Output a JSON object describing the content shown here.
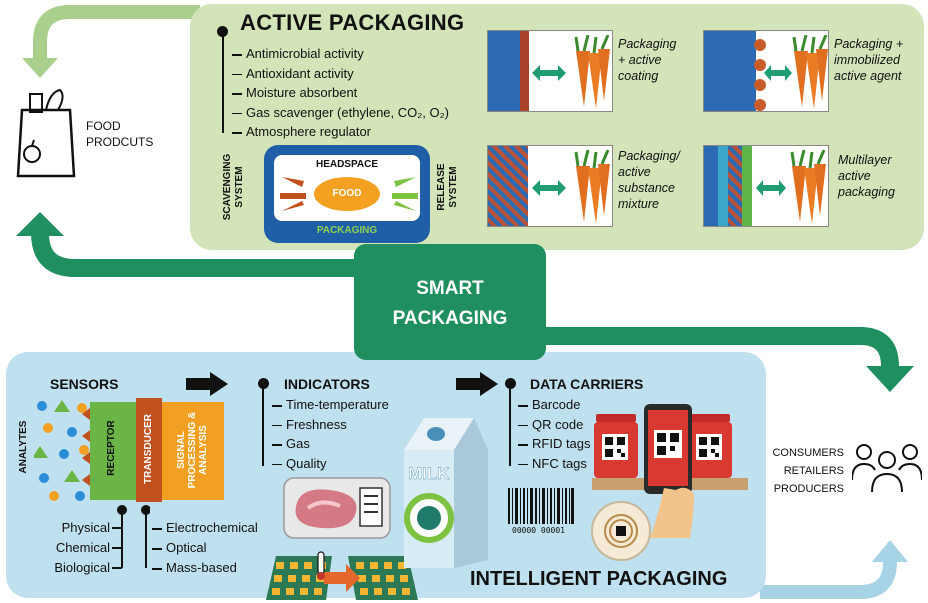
{
  "food_products": {
    "label_line1": "FOOD",
    "label_line2": "PRODCUTS"
  },
  "active": {
    "title": "ACTIVE PACKAGING",
    "items": [
      "Antimicrobial activity",
      "Antioxidant activity",
      "Moisture absorbent",
      "Gas scavenger (ethylene, CO₂, O₂)",
      "Atmosphere regulator"
    ],
    "scavenging_label": "SCAVENGING SYSTEM",
    "release_label": "RELEASE SYSTEM",
    "headspace_label": "HEADSPACE",
    "food_label": "FOOD",
    "packaging_label": "PACKAGING",
    "tiles": [
      {
        "caption_lines": [
          "Packaging",
          "+ active",
          "coating"
        ]
      },
      {
        "caption_lines": [
          "Packaging +",
          "immobilized",
          "active agent"
        ]
      },
      {
        "caption_lines": [
          "Packaging/",
          "active",
          "substance",
          "mixture"
        ]
      },
      {
        "caption_lines": [
          "Multilayer",
          "active",
          "packaging"
        ]
      }
    ]
  },
  "smart": {
    "line1": "SMART",
    "line2": "PACKAGING"
  },
  "intelligent": {
    "title": "INTELLIGENT PACKAGING",
    "sensors": {
      "title": "SENSORS",
      "analytes_label": "ANALYTES",
      "receptor_label": "RECEPTOR",
      "transducer_label": "TRANSDUCER",
      "signal_label": "SIGNAL PROCESSING & ANALYSIS",
      "types_left": [
        "Physical",
        "Chemical",
        "Biological"
      ],
      "types_right": [
        "Electrochemical",
        "Optical",
        "Mass-based"
      ]
    },
    "indicators": {
      "title": "INDICATORS",
      "items": [
        "Time-temperature",
        "Freshness",
        "Gas",
        "Quality"
      ]
    },
    "milk_label": "MILK",
    "barcode_number": "00000 00001",
    "data_carriers": {
      "title": "DATA CARRIERS",
      "items": [
        "Barcode",
        "QR code",
        "RFID tags",
        "NFC tags"
      ]
    }
  },
  "stakeholders": [
    "CONSUMERS",
    "RETAILERS",
    "PRODUCERS"
  ],
  "colors": {
    "active_panel": "#d2e4b8",
    "intelligent_panel": "#bfe0ee",
    "smart_box": "#1f8f60",
    "arrow_green": "#1f8f60",
    "arrow_light_green": "#a9cf8d",
    "arrow_light_blue": "#a7d3e6"
  }
}
